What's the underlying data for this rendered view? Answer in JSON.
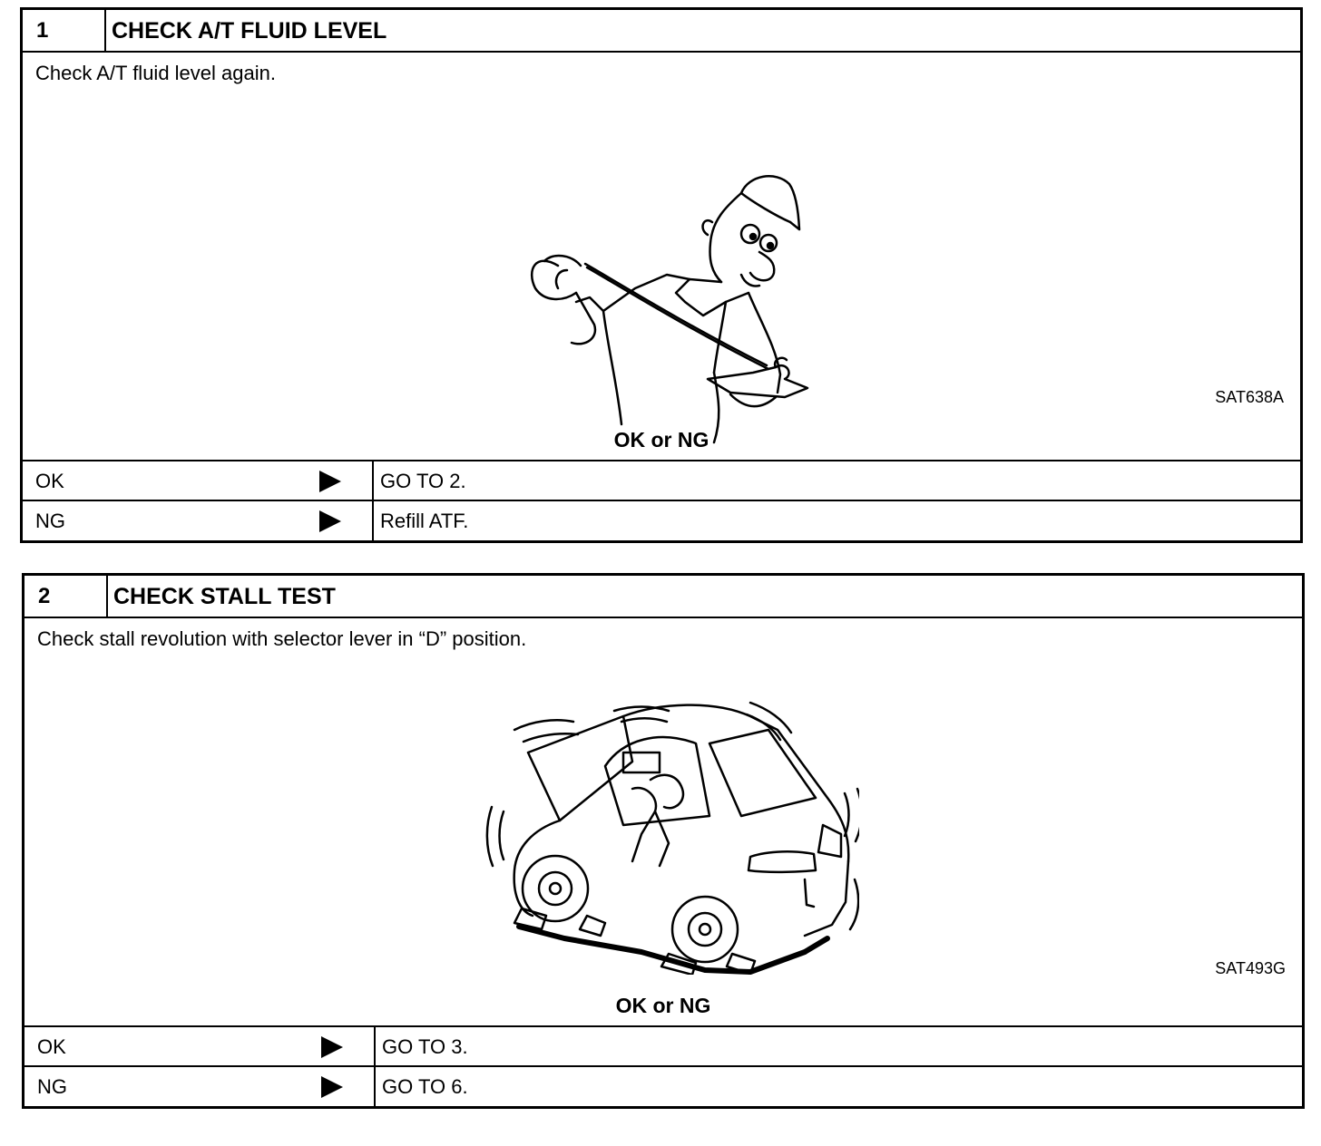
{
  "steps": [
    {
      "number": "1",
      "title": "CHECK A/T FLUID LEVEL",
      "instruction": "Check A/T fluid level again.",
      "figure_code": "SAT638A",
      "question": "OK or NG",
      "outcomes": [
        {
          "condition": "OK",
          "action": "GO TO 2."
        },
        {
          "condition": "NG",
          "action": "Refill ATF."
        }
      ]
    },
    {
      "number": "2",
      "title": "CHECK STALL TEST",
      "instruction": "Check stall revolution with selector lever in “D” position.",
      "figure_code": "SAT493G",
      "question": "OK or NG",
      "outcomes": [
        {
          "condition": "OK",
          "action": "GO TO 3."
        },
        {
          "condition": "NG",
          "action": "GO TO 6."
        }
      ]
    }
  ],
  "icons": [
    "play-arrow-icon",
    "mechanic-dipstick-illustration",
    "car-stall-test-illustration"
  ]
}
